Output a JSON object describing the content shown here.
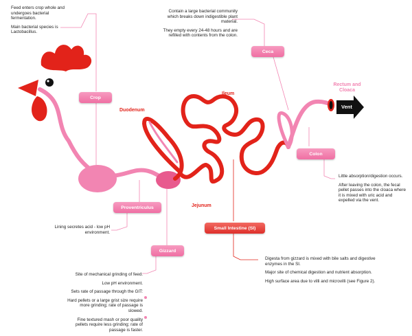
{
  "colors": {
    "pink": "#f285b2",
    "red": "#e2231a",
    "light_pink": "#fbd0e1"
  },
  "notes": {
    "crop": [
      "Feed enters crop whole and undergoes bacterial fermentation.",
      "Main bacterial species is Lactobacillus."
    ],
    "ceca": [
      "Contain a large bacterial community which breaks down indigestible plant material.",
      "They empty every 24-48 hours and are refilled with contents from the colon."
    ],
    "colon": [
      "Little absorption/digestion occurs.",
      "After leaving the colon, the fecal pellet passes into the cloaca where it is mixed with uric acid and expelled via the vent."
    ],
    "proventriculus": [
      "Lining secretes acid - low pH environment."
    ],
    "small_intestine": [
      "Digesta from gizzard is mixed with bile salts and digestive enzymes in the SI.",
      "Major site of chemical digestion and nutrient absorption.",
      "High surface area due to villi and microvilli (see Figure 2)."
    ],
    "gizzard": [
      "Site of mechanical grinding of feed.",
      "Low pH environment.",
      "Sets rate of passage through the GIT:",
      "Hard pellets or a large grist size require more grinding; rate of passage is slowed.",
      "Fine textured mash or poor quality pellets require less grinding; rate of passage is faster."
    ]
  },
  "boxes": {
    "crop": "Crop",
    "ceca": "Ceca",
    "colon": "Colon",
    "proventriculus": "Proventriculus",
    "gizzard": "Gizzard",
    "small_intestine": "Small Intestine (SI)"
  },
  "organs": {
    "duodenum": "Duodenum",
    "ileum": "Ileum",
    "jejunum": "Jejunum",
    "rectum": "Rectum and Cloaca",
    "vent": "Vent"
  }
}
